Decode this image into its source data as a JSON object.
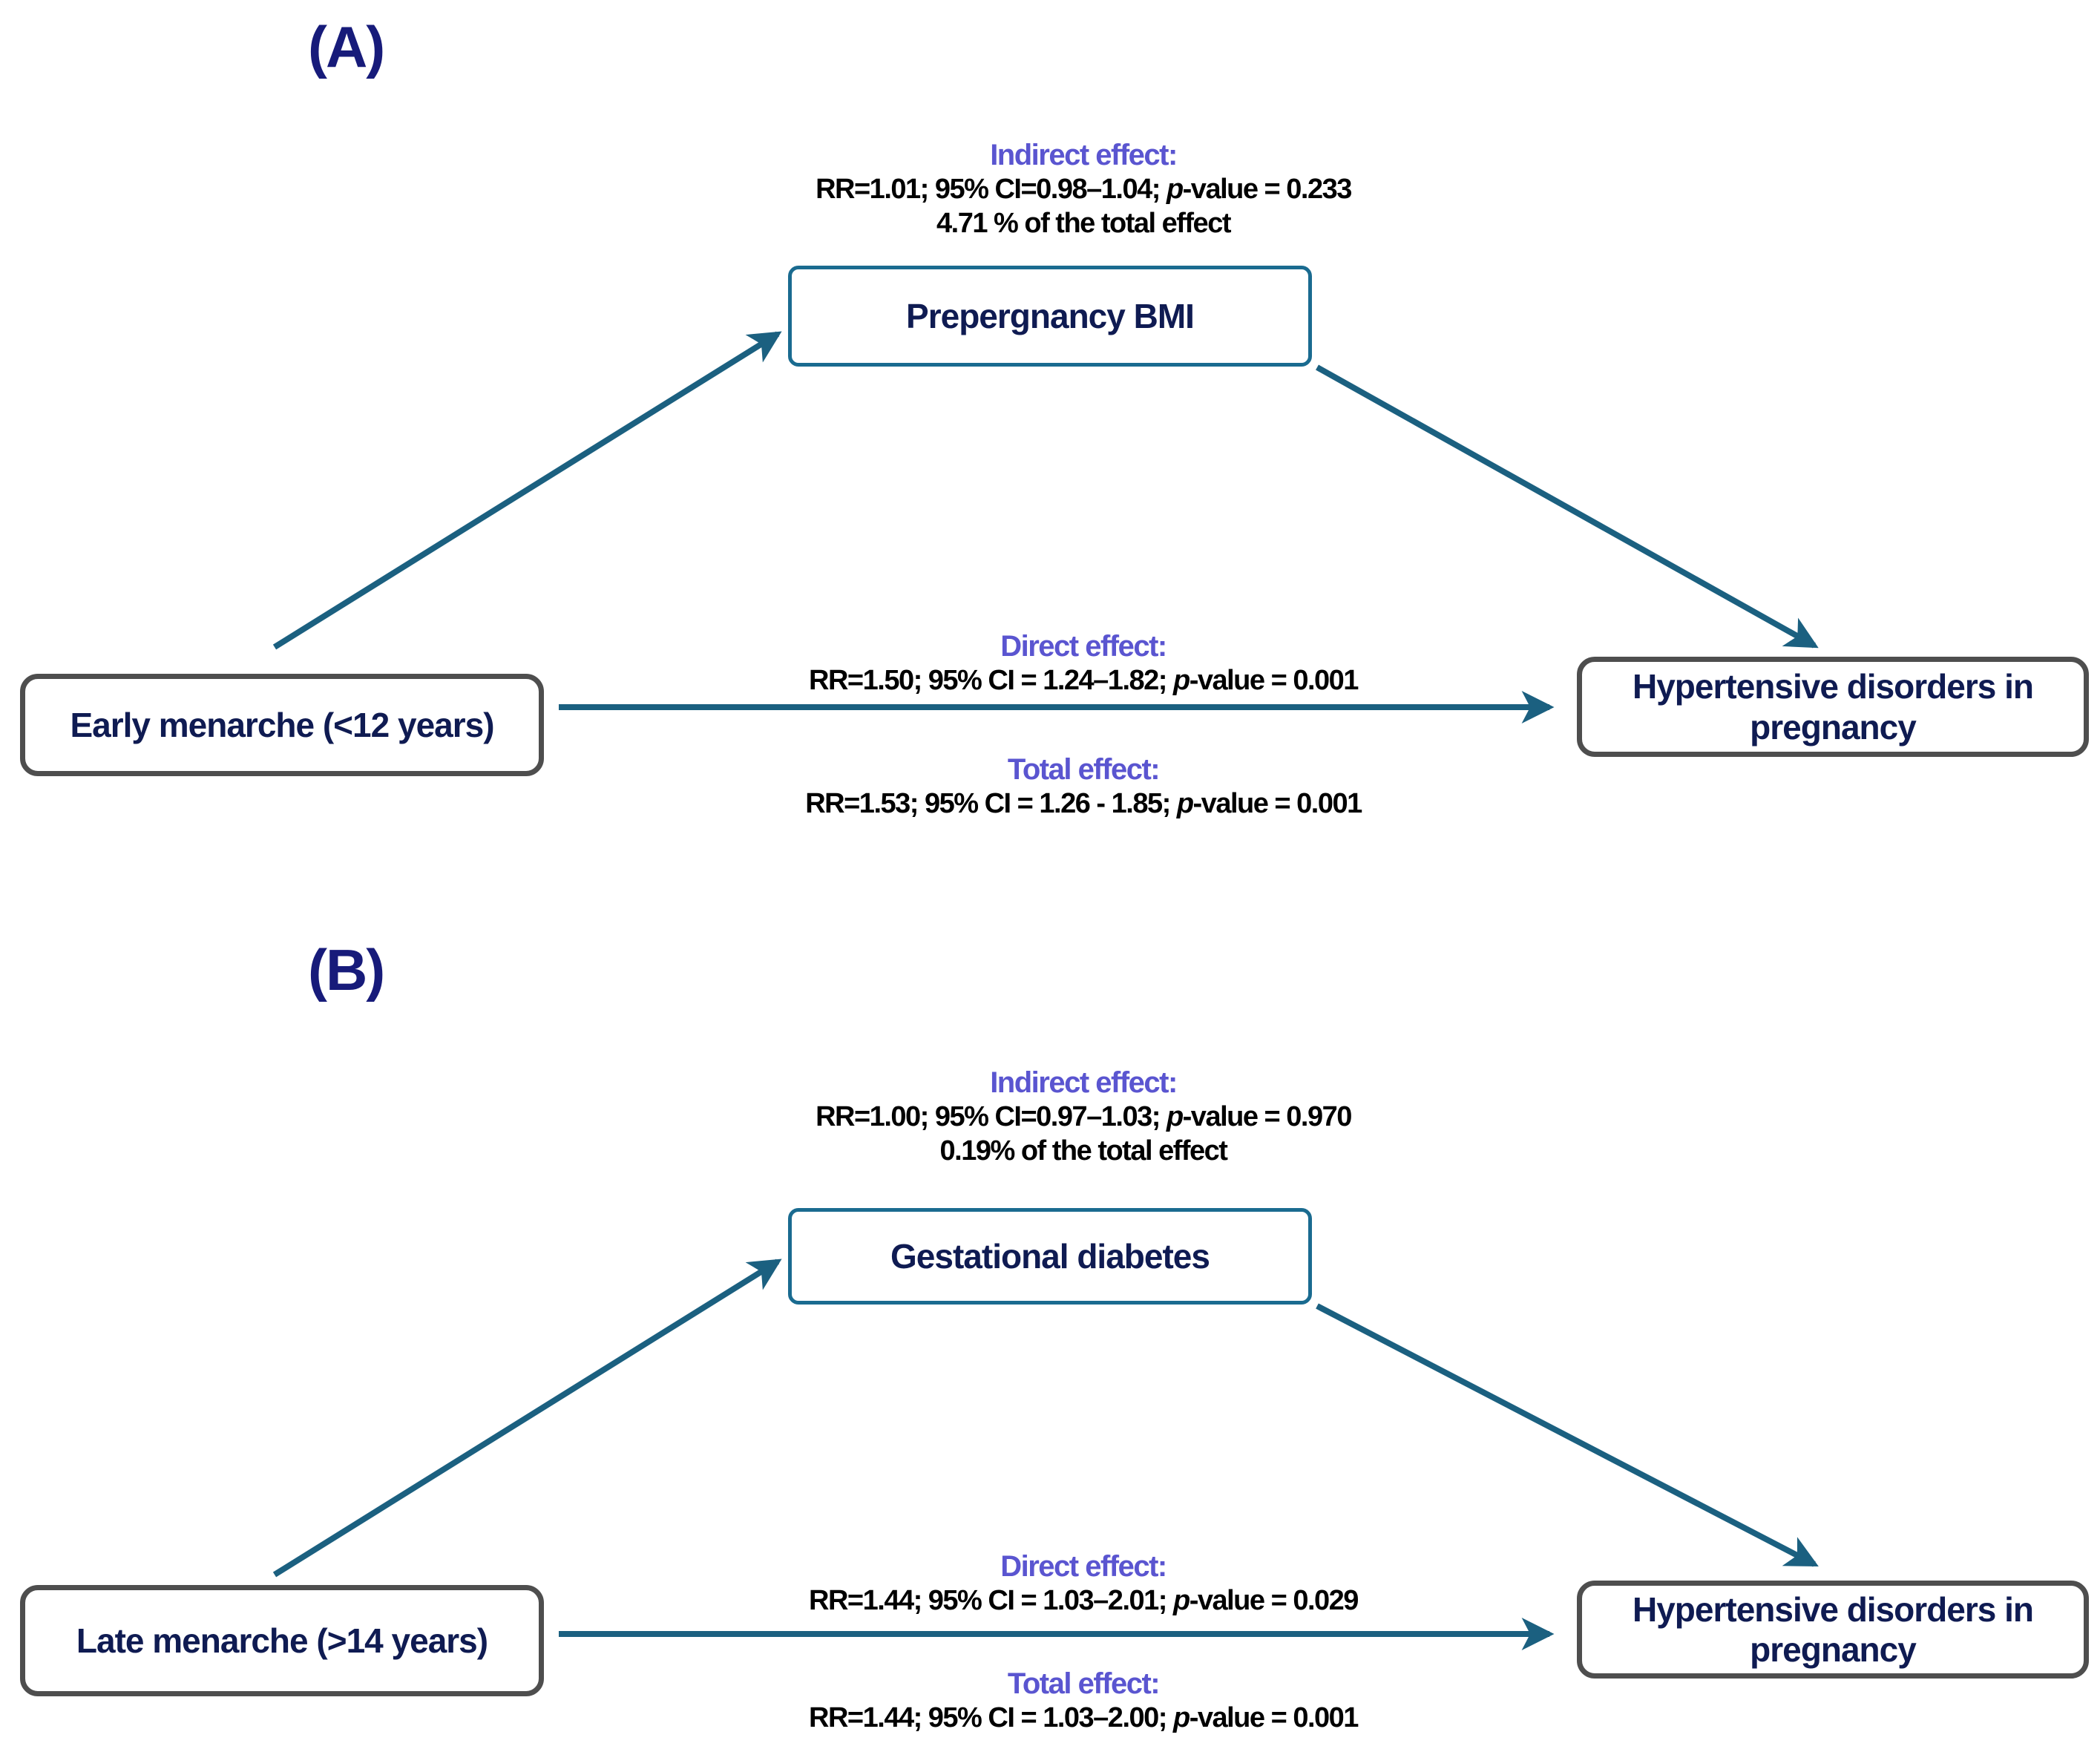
{
  "colors": {
    "arrow_teal": "#1b6080",
    "mediator_border_teal": "#1a6b90",
    "node_border_gray": "#4e4e4e",
    "node_text_navy": "#0f1b52",
    "effect_heading_purple": "#5a55d0",
    "panel_label_navy": "#171b7a"
  },
  "panels": [
    {
      "label": "(A)",
      "exposure": "Early menarche (<12 years)",
      "mediator": "Prepergnancy BMI",
      "outcome": "Hypertensive disorders in pregnancy",
      "indirect": {
        "label": "Indirect effect:",
        "stat_prefix": "RR=1.01; 95% CI=0.98–1.04; ",
        "p": "p",
        "stat_suffix": "-value = 0.233",
        "share": "4.71 % of the total effect"
      },
      "direct": {
        "label": "Direct effect:",
        "stat_prefix": "RR=1.50; 95% CI = 1.24–1.82; ",
        "p": "p",
        "stat_suffix": "-value = 0.001"
      },
      "total": {
        "label": "Total effect:",
        "stat_prefix": "RR=1.53; 95% CI = 1.26 - 1.85; ",
        "p": "p",
        "stat_suffix": "-value = 0.001"
      }
    },
    {
      "label": "(B)",
      "exposure": "Late menarche (>14 years)",
      "mediator": "Gestational diabetes",
      "outcome": "Hypertensive disorders in pregnancy",
      "indirect": {
        "label": "Indirect effect:",
        "stat_prefix": "RR=1.00; 95% CI=0.97–1.03; ",
        "p": "p",
        "stat_suffix": "-value = 0.970",
        "share": "0.19% of the total effect"
      },
      "direct": {
        "label": "Direct effect:",
        "stat_prefix": "RR=1.44; 95% CI = 1.03–2.01; ",
        "p": "p",
        "stat_suffix": "-value = 0.029"
      },
      "total": {
        "label": "Total effect:",
        "stat_prefix": "RR=1.44; 95% CI = 1.03–2.00; ",
        "p": "p",
        "stat_suffix": "-value = 0.001"
      }
    }
  ]
}
